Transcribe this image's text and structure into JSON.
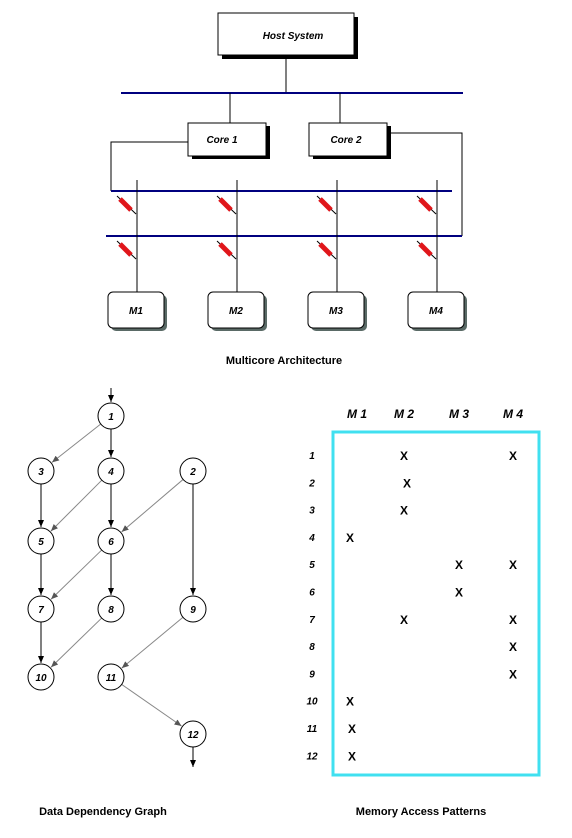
{
  "architecture": {
    "host_label": "Host System",
    "core1_label": "Core 1",
    "core2_label": "Core 2",
    "memory_labels": [
      "M1",
      "M2",
      "M3",
      "M4"
    ],
    "caption": "Multicore  Architecture",
    "bus_color": "#00007f",
    "switch_color": "#e0161b"
  },
  "graph": {
    "caption": "Data   Dependency   Graph",
    "nodes": [
      "1",
      "2",
      "3",
      "4",
      "5",
      "6",
      "7",
      "8",
      "9",
      "10",
      "11",
      "12"
    ]
  },
  "access": {
    "caption": "Memory  Access  Patterns",
    "border_color": "#40e0f0",
    "columns": [
      "M 1",
      "M 2",
      "M 3",
      "M 4"
    ],
    "rows": [
      "1",
      "2",
      "3",
      "4",
      "5",
      "6",
      "7",
      "8",
      "9",
      "10",
      "11",
      "12"
    ],
    "mark": "X",
    "pattern": [
      [
        0,
        1,
        0,
        1
      ],
      [
        0,
        1,
        0,
        0
      ],
      [
        0,
        1,
        0,
        0
      ],
      [
        1,
        0,
        0,
        0
      ],
      [
        0,
        0,
        1,
        1
      ],
      [
        0,
        0,
        1,
        0
      ],
      [
        0,
        1,
        0,
        1
      ],
      [
        0,
        0,
        0,
        1
      ],
      [
        0,
        0,
        0,
        1
      ],
      [
        1,
        0,
        0,
        0
      ],
      [
        1,
        0,
        0,
        0
      ],
      [
        1,
        0,
        0,
        0
      ]
    ]
  }
}
